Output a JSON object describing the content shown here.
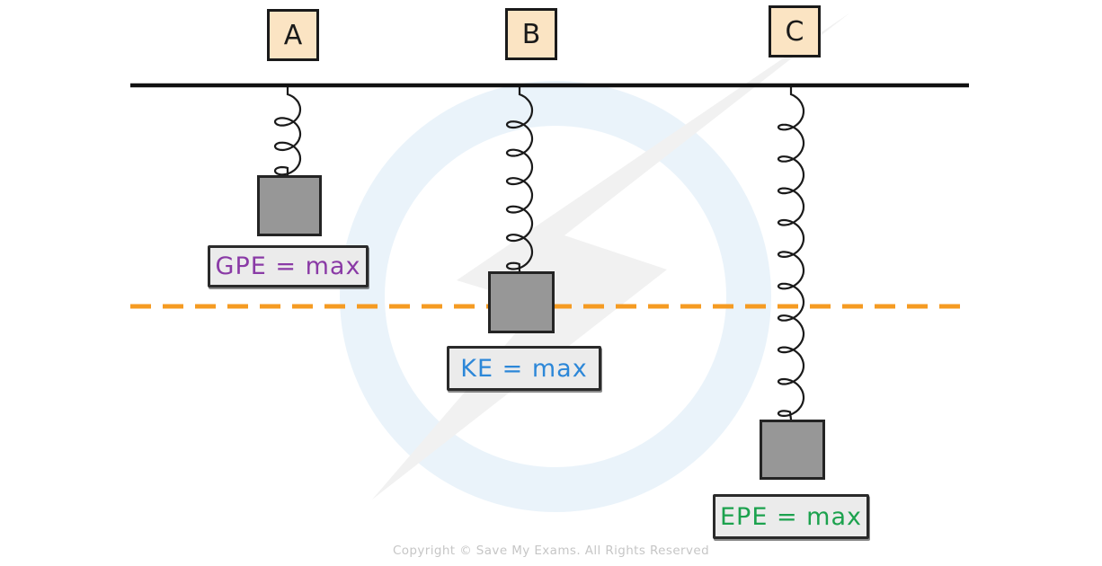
{
  "diagram": {
    "description": "Mass-spring oscillation energy diagram with three positions",
    "positions": [
      {
        "tag": "A",
        "energy_label": "GPE = max",
        "energy_color": "#8A3AA6"
      },
      {
        "tag": "B",
        "energy_label": "KE = max",
        "energy_color": "#2C87D8"
      },
      {
        "tag": "C",
        "energy_label": "EPE = max",
        "energy_color": "#1CA24E"
      }
    ],
    "tag_box_color": "#FBE4C3",
    "mass_color": "#979797",
    "spring_color": "#1A1A1A",
    "ceiling_color": "#111111",
    "equilibrium_line_color": "#F59B22",
    "label_box_color": "#EBEBEB",
    "watermark_ring_color": "#EAF3FA",
    "watermark_bolt_color": "#F1F1F1"
  },
  "footer": {
    "copyright_text": "Copyright © Save My Exams. All Rights Reserved"
  }
}
